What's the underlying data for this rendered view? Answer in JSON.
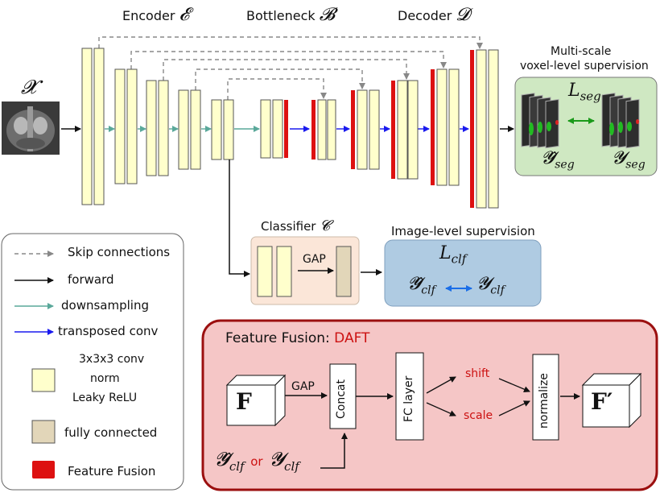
{
  "titles": {
    "encoder": "Encoder",
    "encoder_sym": "𝓔",
    "bottleneck": "Bottleneck",
    "bottleneck_sym": "𝓑",
    "decoder": "Decoder",
    "decoder_sym": "𝓓"
  },
  "input_sym": "𝓧",
  "seg": {
    "title_line1": "Multi-scale",
    "title_line2": "voxel-level supervision",
    "loss": "L",
    "loss_sub": "seg",
    "pred_sym": "𝓨̂",
    "pred_sub": "seg",
    "gt_sym": "𝓨",
    "gt_sub": "seg"
  },
  "classifier": {
    "title": "Classifier",
    "title_sym": "𝓒",
    "gap": "GAP"
  },
  "clf": {
    "title": "Image-level supervision",
    "loss": "L",
    "loss_sub": "clf",
    "pred_sym": "𝓨̂",
    "pred_sub": "clf",
    "gt_sym": "𝓨",
    "gt_sub": "clf"
  },
  "legend": {
    "skip": "Skip connections",
    "forward": "forward",
    "downsampling": "downsampling",
    "transposed": "transposed conv",
    "conv_line1": "3x3x3 conv",
    "conv_line2": "norm",
    "conv_line3": "Leaky ReLU",
    "fc": "fully connected",
    "fusion": "Feature Fusion"
  },
  "fusion": {
    "title": "Feature Fusion:",
    "title_method": "DAFT",
    "f_in": "F",
    "gap": "GAP",
    "concat": "Concat",
    "fc_layer": "FC layer",
    "shift": "shift",
    "scale": "scale",
    "normalize": "normalize",
    "f_out": "F′",
    "in_pred_sym": "𝓨̂",
    "in_pred_sub": "clf",
    "or": "or",
    "in_gt_sym": "𝓨",
    "in_gt_sub": "clf"
  },
  "colors": {
    "block_fill": "#ffffcc",
    "block_stroke": "#555555",
    "fusion_red": "#dd1111",
    "downsampling": "#5aa89a",
    "transposed": "#1a1aee",
    "seg_panel": "#cfe8c2",
    "clf_panel": "#afcbe2",
    "classifier_panel": "#fbe6d8",
    "daft_panel": "#f5c6c6",
    "daft_border": "#9b0f0f",
    "fc_fill": "#e2d6b9",
    "text_red": "#cc1111"
  }
}
